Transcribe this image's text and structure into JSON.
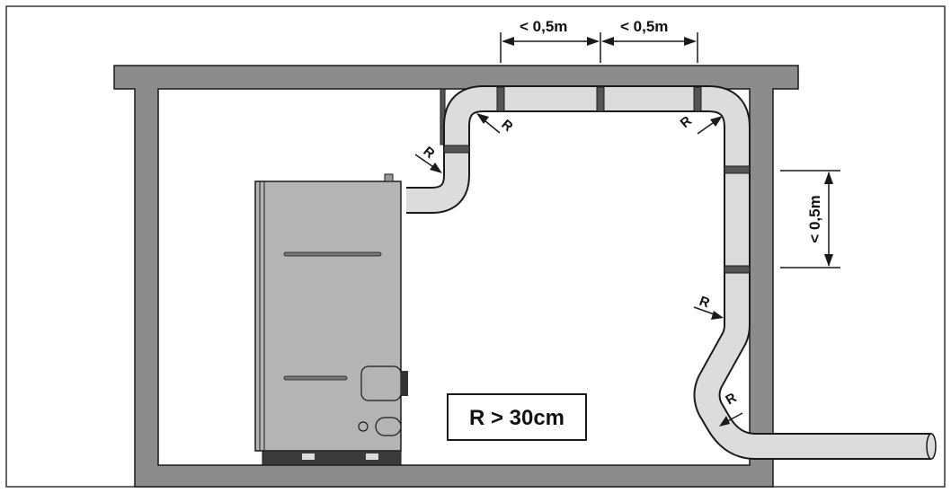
{
  "dimensions": {
    "horizontal_left": "< 0,5m",
    "horizontal_right": "< 0,5m",
    "vertical": "< 0,5m"
  },
  "radius_label": "R",
  "radius_rule": "R > 30cm",
  "colors": {
    "wall": "#8c8c8c",
    "pipe_fill": "#dcdcdc",
    "boiler_fill": "#b4b4b4",
    "line": "#1a1a1a"
  }
}
